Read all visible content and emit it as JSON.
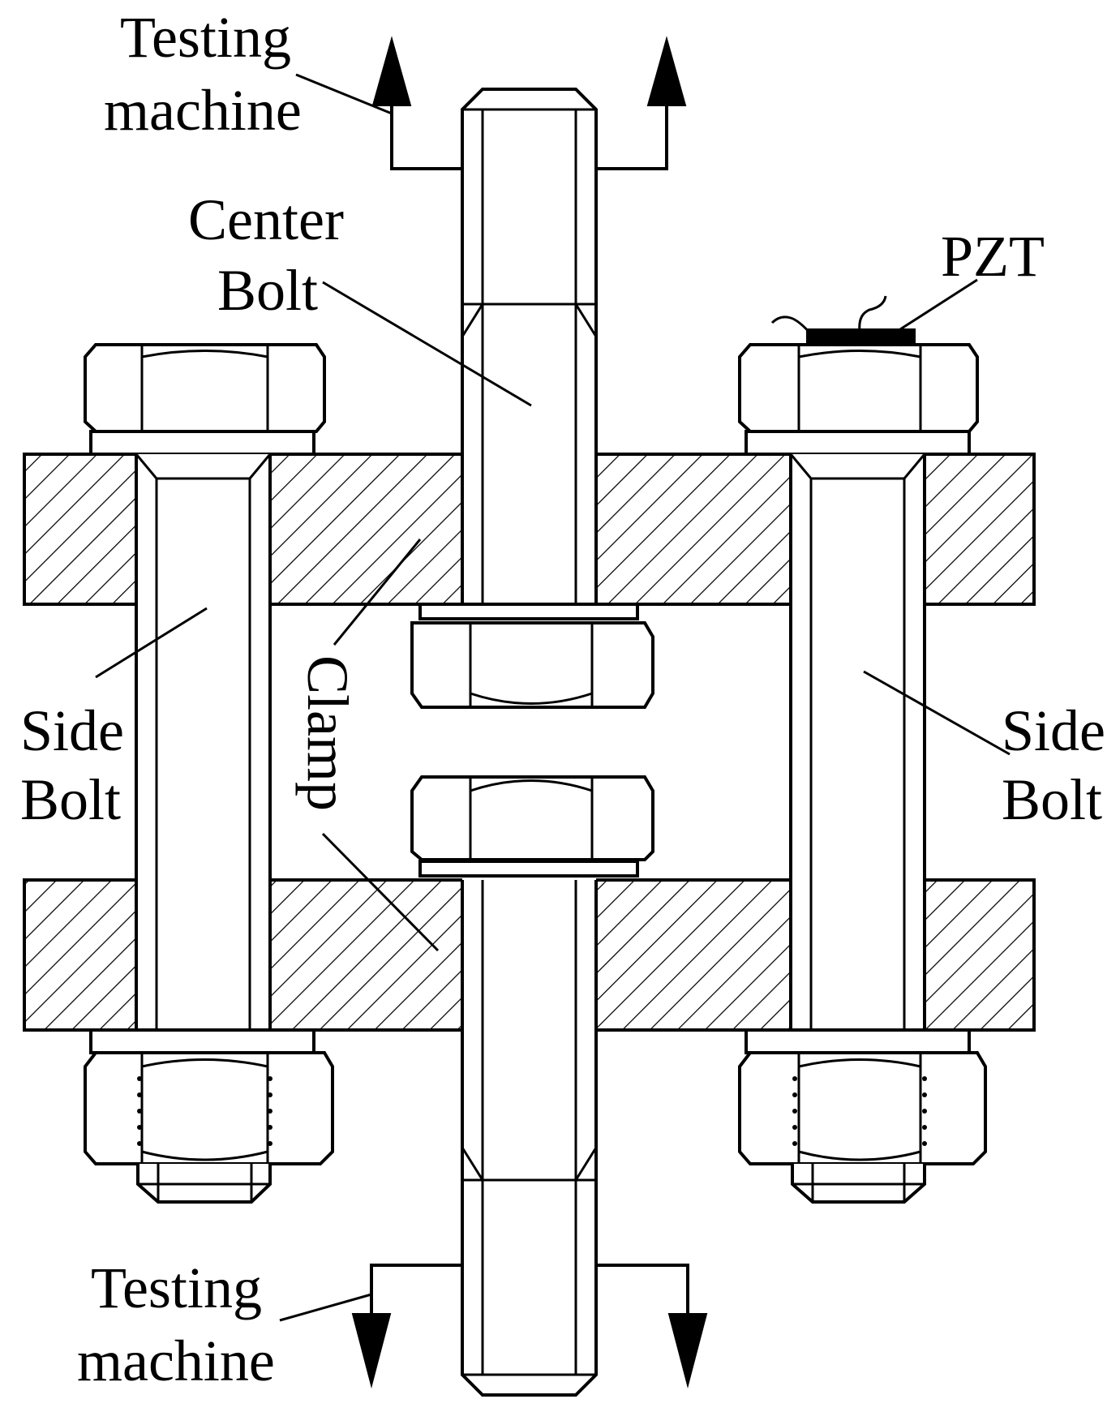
{
  "labels": {
    "testing_machine_top_line1": "Testing",
    "testing_machine_top_line2": "machine",
    "center_bolt_line1": "Center",
    "center_bolt_line2": "Bolt",
    "pzt": "PZT",
    "side_bolt_left_line1": "Side",
    "side_bolt_left_line2": "Bolt",
    "side_bolt_right_line1": "Side",
    "side_bolt_right_line2": "Bolt",
    "clamp": "Clamp",
    "testing_machine_bottom_line1": "Testing",
    "testing_machine_bottom_line2": "machine"
  },
  "colors": {
    "line": "#000000",
    "background": "#ffffff"
  }
}
